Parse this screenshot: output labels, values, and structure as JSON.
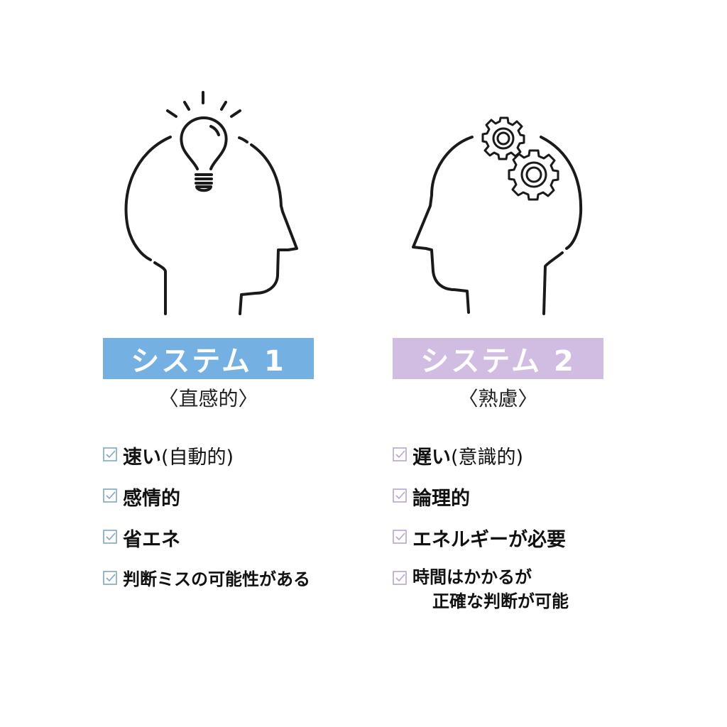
{
  "colors": {
    "system1": "#74b1e2",
    "system2": "#d2bde2",
    "check1": "#7fa7c4",
    "check2": "#b9a5cc",
    "line": "#1a1a1a"
  },
  "system1": {
    "icon": "head-with-lightbulb-icon",
    "title": "システム 1",
    "subtitle": "〈直感的〉",
    "items": [
      {
        "bold": "速い",
        "light": "(自動的)"
      },
      {
        "bold": "感情的",
        "light": ""
      },
      {
        "bold": "省エネ",
        "light": ""
      },
      {
        "bold": "判断ミスの可能性がある",
        "light": ""
      }
    ]
  },
  "system2": {
    "icon": "head-with-gears-icon",
    "title": "システム 2",
    "subtitle": "〈熟慮〉",
    "items": [
      {
        "bold": "遅い",
        "light": "(意識的)"
      },
      {
        "bold": "論理的",
        "light": ""
      },
      {
        "bold": "エネルギーが必要",
        "light": ""
      },
      {
        "line1": "時間はかかるが",
        "line2": "正確な判断が可能"
      }
    ]
  }
}
